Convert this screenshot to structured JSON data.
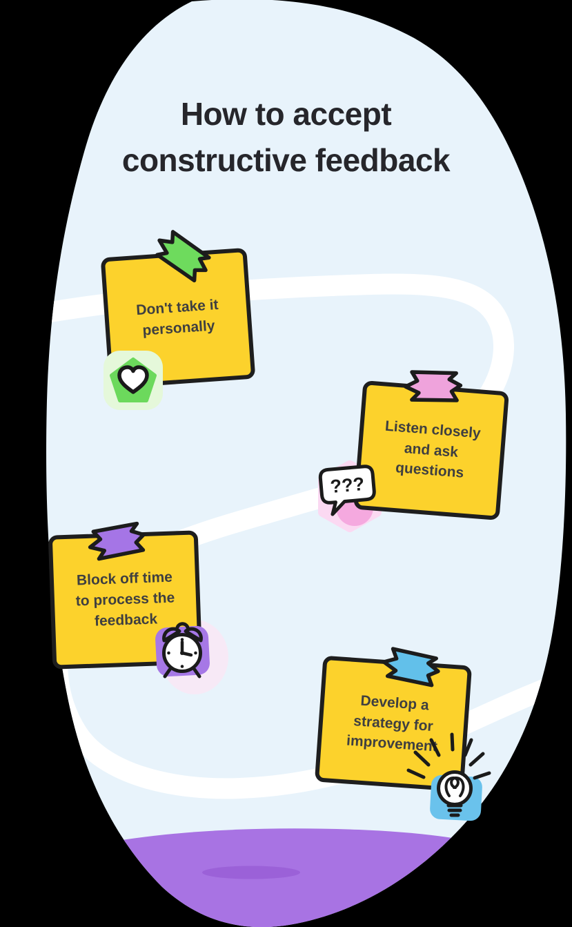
{
  "title": {
    "text": "How to accept\nconstructive feedback"
  },
  "colors": {
    "outside_background": "#000000",
    "blob": "#e8f3fb",
    "path": "#ffffff",
    "ground": "#a873e3",
    "ground_spots": "#9b61d8",
    "note_fill": "#fcd22c",
    "note_border": "#1e1e1e",
    "note_text": "#3f3f40",
    "title_text": "#26262b",
    "outline_ink": "#1b1b1b"
  },
  "notes": [
    {
      "text": "Don't take it\npersonally",
      "tape_color": "#6edb5d",
      "icon": "heart-icon",
      "icon_box_color": "#6cd95c",
      "icon_glow_color": "#e5f8da"
    },
    {
      "text": "Listen closely\nand ask\nquestions",
      "tape_color": "#efa3dc",
      "icon": "question-marks-speech-bubble-icon",
      "icon_label": "???",
      "icon_box_color": "#ffffff",
      "icon_glow_color": "#fbd9f2",
      "icon_glow2_color": "#f5a9df"
    },
    {
      "text": "Block off time\nto process the\nfeedback",
      "tape_color": "#a575e6",
      "icon": "alarm-clock-icon",
      "icon_box_color": "#a678e6",
      "icon_glow_color": "#f7e9f6"
    },
    {
      "text": "Develop a\nstrategy for\nimprovement",
      "tape_color": "#62c0ea",
      "icon": "lightbulb-icon",
      "icon_box_color": "#6ac2ec"
    }
  ]
}
